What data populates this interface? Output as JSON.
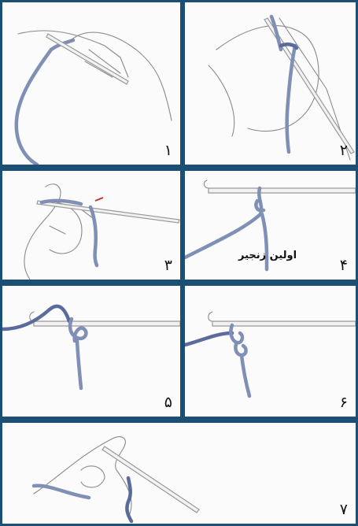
{
  "steps": [
    {
      "number": "۱"
    },
    {
      "number": "۲"
    },
    {
      "number": "۳"
    },
    {
      "number": "۴",
      "caption": "اولین زنجیر"
    },
    {
      "number": "۵"
    },
    {
      "number": "۶"
    },
    {
      "number": "۷"
    }
  ],
  "colors": {
    "frame": "#1d4f74",
    "yarn": "#7f8fb5",
    "panel": "#fbfbfb"
  }
}
